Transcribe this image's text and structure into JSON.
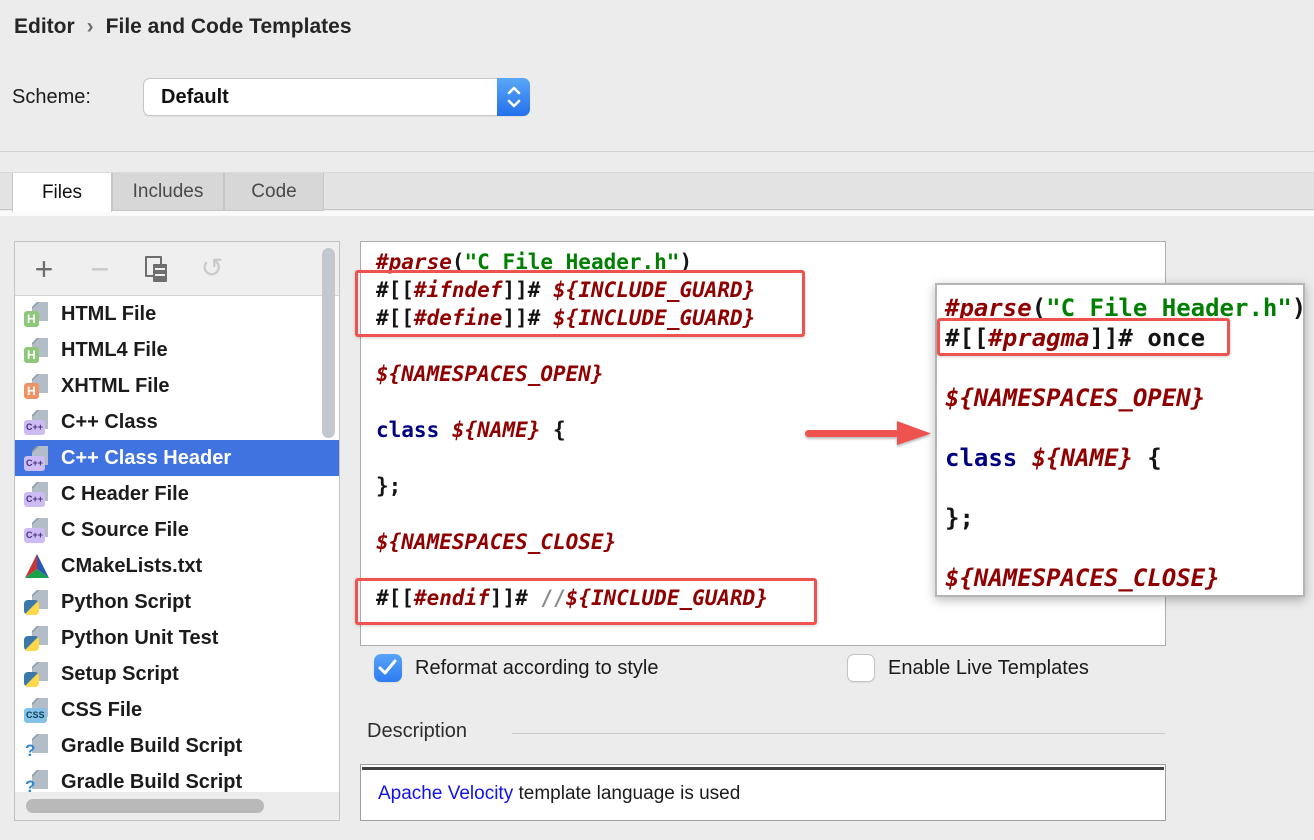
{
  "breadcrumb": {
    "items": [
      "Editor",
      "File and Code Templates"
    ],
    "separator": "›"
  },
  "scheme": {
    "label": "Scheme:",
    "value": "Default"
  },
  "tabs": [
    {
      "label": "Files",
      "active": true
    },
    {
      "label": "Includes",
      "active": false
    },
    {
      "label": "Code",
      "active": false
    }
  ],
  "toolbar": {
    "buttons": [
      {
        "icon": "add-icon",
        "enabled": true
      },
      {
        "icon": "remove-icon",
        "enabled": false
      },
      {
        "icon": "copy-icon",
        "enabled": true
      },
      {
        "icon": "revert-icon",
        "enabled": false
      }
    ]
  },
  "template_list": {
    "selected_index": 4,
    "items": [
      {
        "label": "HTML File",
        "icon": "html-file-icon"
      },
      {
        "label": "HTML4 File",
        "icon": "html-file-icon"
      },
      {
        "label": "XHTML File",
        "icon": "xhtml-file-icon"
      },
      {
        "label": "C++ Class",
        "icon": "cpp-file-icon"
      },
      {
        "label": "C++ Class Header",
        "icon": "cpp-file-icon"
      },
      {
        "label": "C Header File",
        "icon": "cpp-file-icon"
      },
      {
        "label": "C Source File",
        "icon": "cpp-file-icon"
      },
      {
        "label": "CMakeLists.txt",
        "icon": "cmake-file-icon"
      },
      {
        "label": "Python Script",
        "icon": "python-file-icon"
      },
      {
        "label": "Python Unit Test",
        "icon": "python-file-icon"
      },
      {
        "label": "Setup Script",
        "icon": "python-file-icon"
      },
      {
        "label": "CSS File",
        "icon": "css-file-icon"
      },
      {
        "label": "Gradle Build Script",
        "icon": "gradle-file-icon"
      },
      {
        "label": "Gradle Build Script",
        "icon": "gradle-file-icon"
      }
    ]
  },
  "editor": {
    "code_lines": [
      [
        [
          "dir",
          "#parse"
        ],
        [
          "txt",
          "("
        ],
        [
          "str",
          "\"C File Header.h\""
        ],
        [
          "txt",
          ")"
        ]
      ],
      [
        [
          "txt",
          "#[["
        ],
        [
          "dir",
          "#ifndef"
        ],
        [
          "txt",
          "]]# "
        ],
        [
          "var",
          "${INCLUDE_GUARD}"
        ]
      ],
      [
        [
          "txt",
          "#[["
        ],
        [
          "dir",
          "#define"
        ],
        [
          "txt",
          "]]# "
        ],
        [
          "var",
          "${INCLUDE_GUARD}"
        ]
      ],
      [],
      [
        [
          "var",
          "${NAMESPACES_OPEN}"
        ]
      ],
      [],
      [
        [
          "kw",
          "class"
        ],
        [
          "txt",
          " "
        ],
        [
          "var",
          "${NAME}"
        ],
        [
          "txt",
          " {"
        ]
      ],
      [],
      [
        [
          "txt",
          "};"
        ]
      ],
      [],
      [
        [
          "var",
          "${NAMESPACES_CLOSE}"
        ]
      ],
      [],
      [
        [
          "txt",
          "#[["
        ],
        [
          "dir",
          "#endif"
        ],
        [
          "txt",
          "]]# "
        ],
        [
          "com",
          "//"
        ],
        [
          "var",
          "${INCLUDE_GUARD}"
        ]
      ]
    ]
  },
  "overlay": {
    "code_lines": [
      [
        [
          "dir",
          "#parse"
        ],
        [
          "txt",
          "("
        ],
        [
          "str",
          "\"C File Header.h\""
        ],
        [
          "txt",
          ")"
        ]
      ],
      [
        [
          "txt",
          "#[["
        ],
        [
          "dir",
          "#pragma"
        ],
        [
          "txt",
          "]]# once"
        ]
      ],
      [],
      [
        [
          "var",
          "${NAMESPACES_OPEN}"
        ]
      ],
      [],
      [
        [
          "kw",
          "class"
        ],
        [
          "txt",
          " "
        ],
        [
          "var",
          "${NAME}"
        ],
        [
          "txt",
          " {"
        ]
      ],
      [],
      [
        [
          "txt",
          "};"
        ]
      ],
      [],
      [
        [
          "var",
          "${NAMESPACES_CLOSE}"
        ]
      ]
    ]
  },
  "options": [
    {
      "label": "Reformat according to style",
      "checked": true
    },
    {
      "label": "Enable Live Templates",
      "checked": false
    }
  ],
  "description": {
    "title": "Description",
    "link_text": "Apache Velocity",
    "rest": " template language is used"
  },
  "colors": {
    "directive": "#900000",
    "string": "#008000",
    "keyword": "#000080",
    "comment": "#8a8a8a",
    "annotation": "#ee5350",
    "selection": "#4173e0",
    "link": "#1111ee",
    "accent": "#2f7cf0"
  }
}
